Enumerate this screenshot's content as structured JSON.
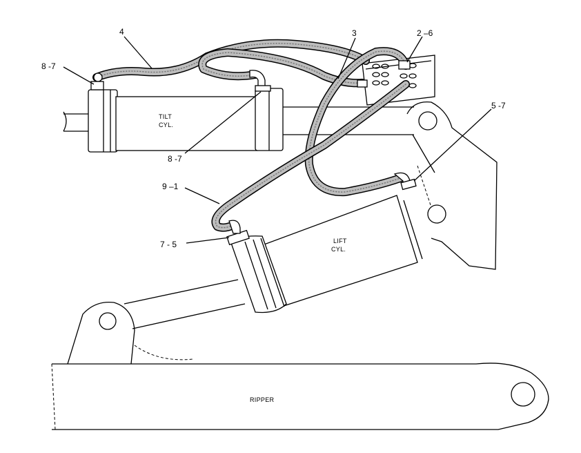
{
  "components": {
    "tilt_cylinder": {
      "line1": "TILT",
      "line2": "CYL."
    },
    "lift_cylinder": {
      "line1": "LIFT",
      "line2": "CYL."
    },
    "ripper": "RIPPER"
  },
  "callouts": {
    "c4": "4",
    "c3": "3",
    "c2_6": "2 –6",
    "c8_7_top": "8 -7",
    "c8_7_bottom": "8 -7",
    "c5_7": "5 -7",
    "c9_1": "9 –1",
    "c7_5": "7 - 5"
  }
}
